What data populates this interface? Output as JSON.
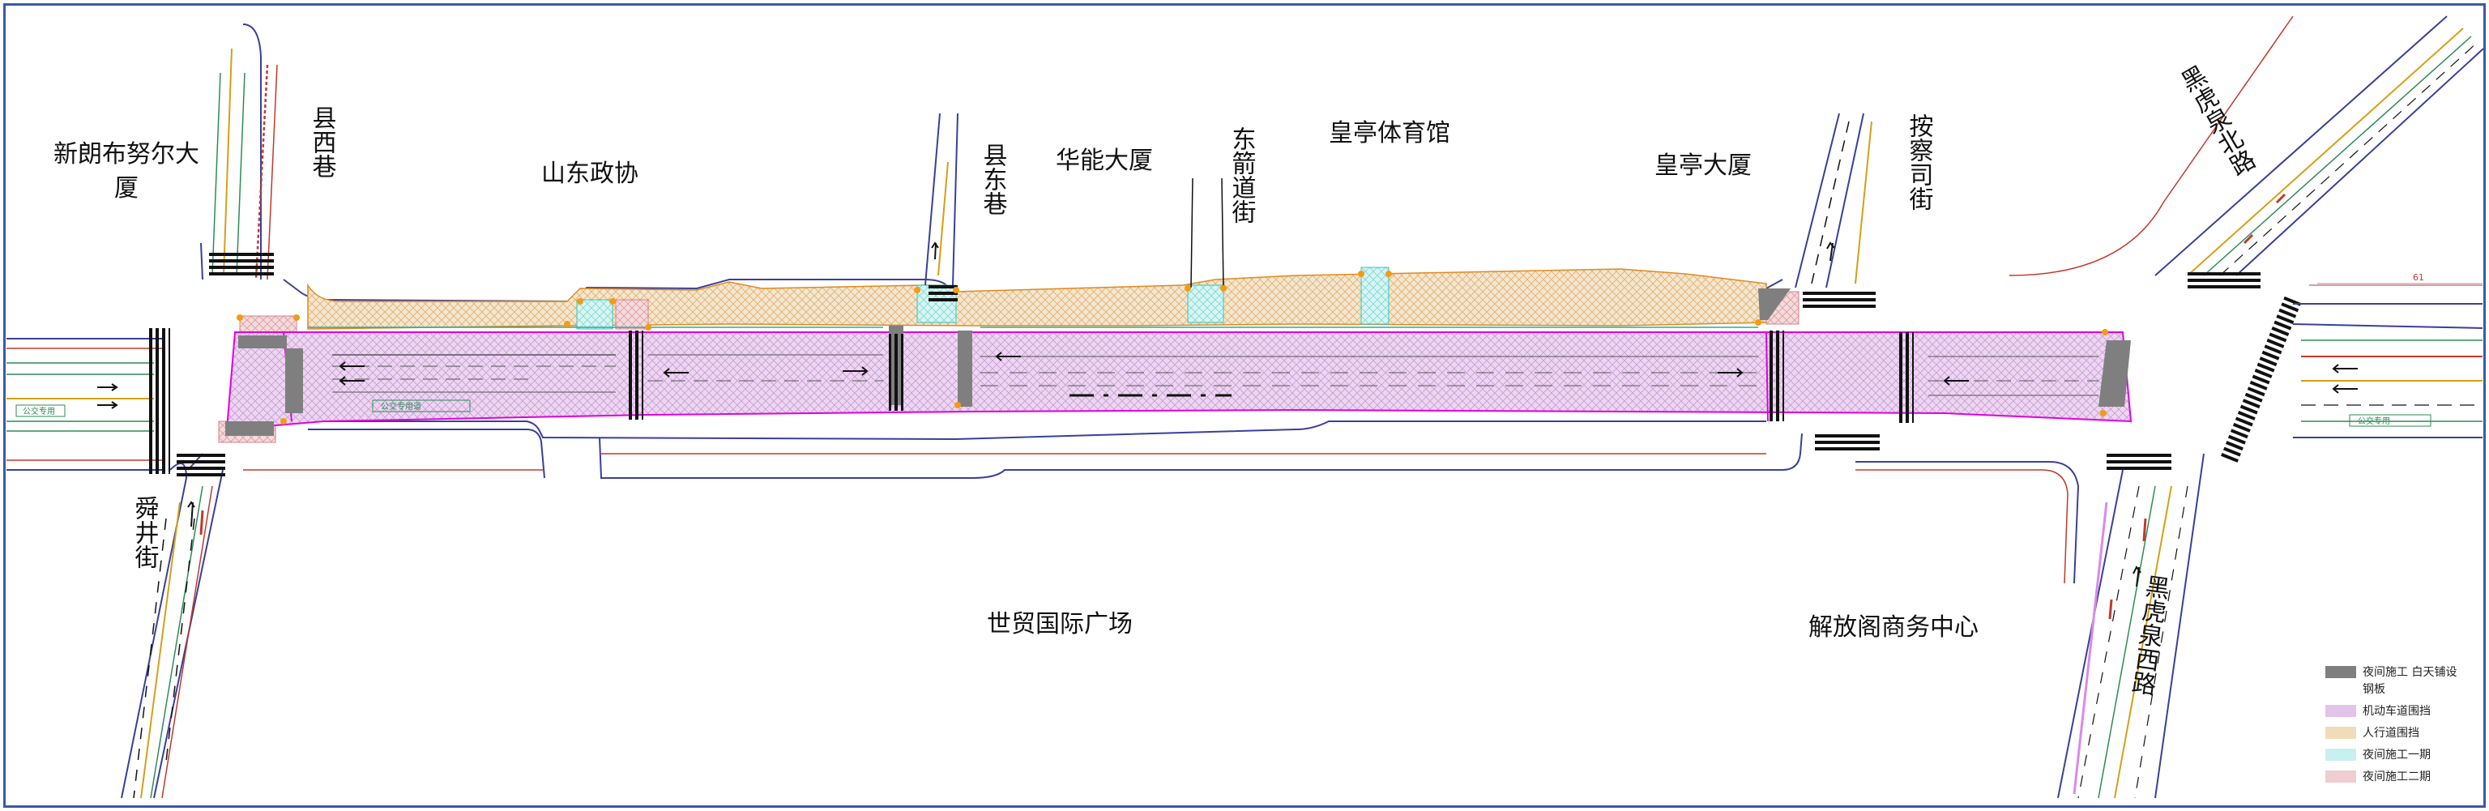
{
  "map": {
    "labels": {
      "xinlang": "新朗布努尔大厦",
      "xianxixiang": "县西巷",
      "shandong_zhengxie": "山东政协",
      "xiandongxiang": "县东巷",
      "huaneng": "华能大厦",
      "dongjian": "东箭道街",
      "huangting_tiyuguan": "皇亭体育馆",
      "huangting_dasha": "皇亭大厦",
      "ancha": "按察司街",
      "heihuquan_bei": "黑虎泉北路",
      "shunjing": "舜井街",
      "shimao": "世贸国际广场",
      "jiefangge": "解放阁商务中心",
      "heihuquan_xi": "黑虎泉西路",
      "dim_61": "61"
    },
    "legend": [
      {
        "text": "夜间施工 白天铺设钢板",
        "color": "#7f7f7f"
      },
      {
        "text": "机动车道围挡",
        "color": "#e2c4ea"
      },
      {
        "text": "人行道围挡",
        "color": "#f1dcb8"
      },
      {
        "text": "夜间施工一期",
        "color": "#c8f0ee"
      },
      {
        "text": "夜间施工二期",
        "color": "#f0cdd0"
      }
    ],
    "colors": {
      "frame": "#3b5aa6",
      "road_edge": "#3a3f9a",
      "curb_red": "#c0392b",
      "magenta": "#e000e0",
      "orange_node": "#f39c12",
      "lane_green": "#2e8b57"
    }
  }
}
